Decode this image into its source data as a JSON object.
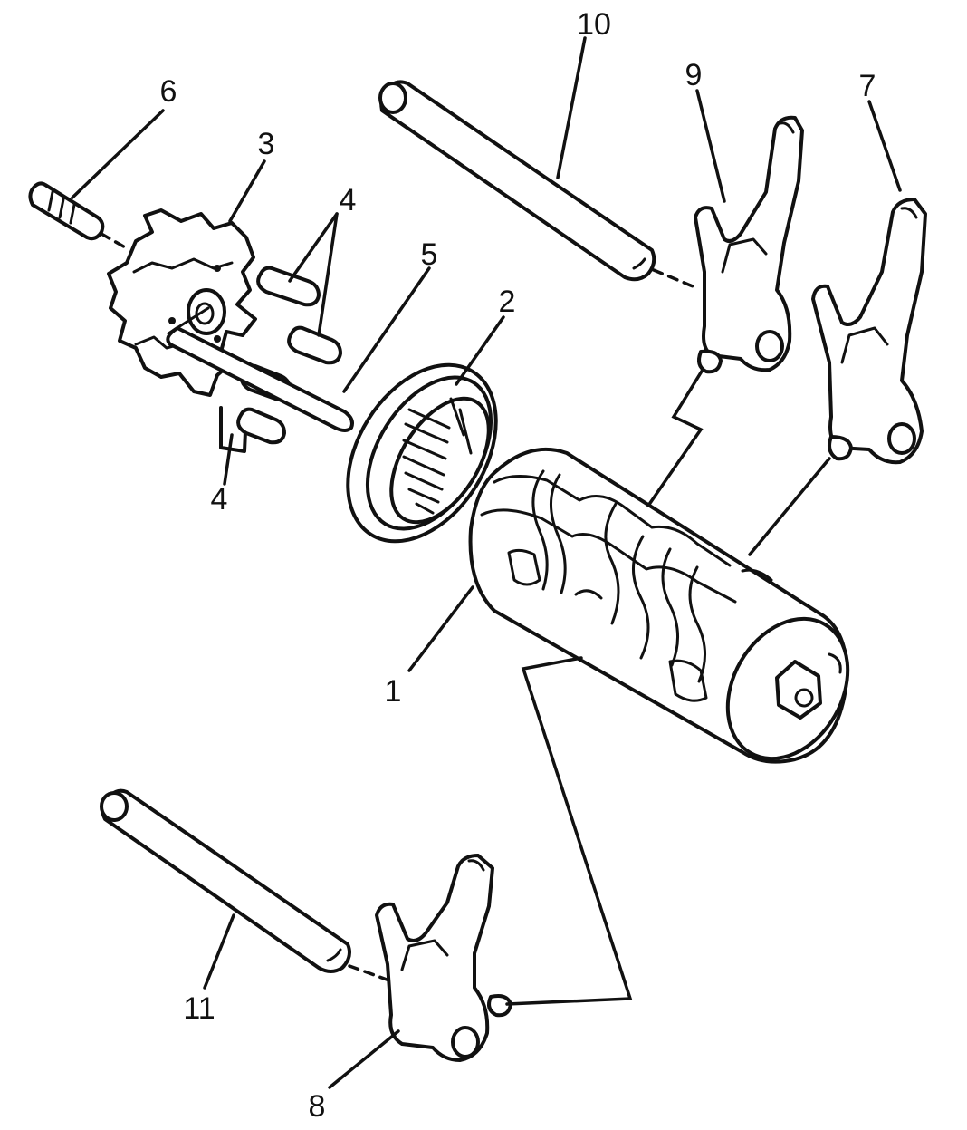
{
  "callouts": {
    "c1": "1",
    "c2": "2",
    "c3": "3",
    "c4_top": "4",
    "c4_bottom": "4",
    "c5": "5",
    "c6": "6",
    "c7": "7",
    "c8": "8",
    "c9": "9",
    "c10": "10",
    "c11": "11"
  }
}
